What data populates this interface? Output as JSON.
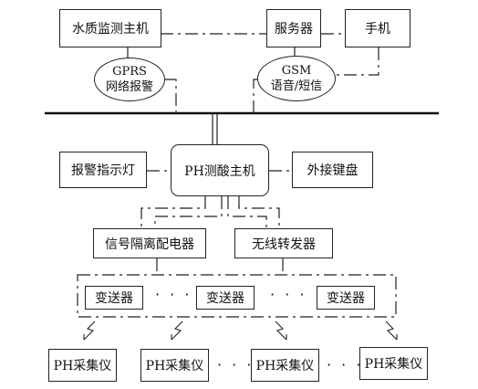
{
  "diagram": {
    "water_host": "水质监测主机",
    "server": "服务器",
    "phone": "手机",
    "gprs_oval": {
      "line1": "GPRS",
      "line2": "网络报警"
    },
    "gsm_oval": {
      "line1": "GSM",
      "line2": "语音/短信"
    },
    "alarm_light": "报警指示灯",
    "ph_host": "PH测酸主机",
    "keyboard": "外接键盘",
    "isolator": "信号隔离配电器",
    "wireless_relay": "无线转发器",
    "transmitters": [
      "变送器",
      "变送器",
      "变送器"
    ],
    "collectors": [
      "PH采集仪",
      "PH采集仪",
      "PH采集仪",
      "PH采集仪"
    ],
    "ellipsis": "· · ·"
  }
}
